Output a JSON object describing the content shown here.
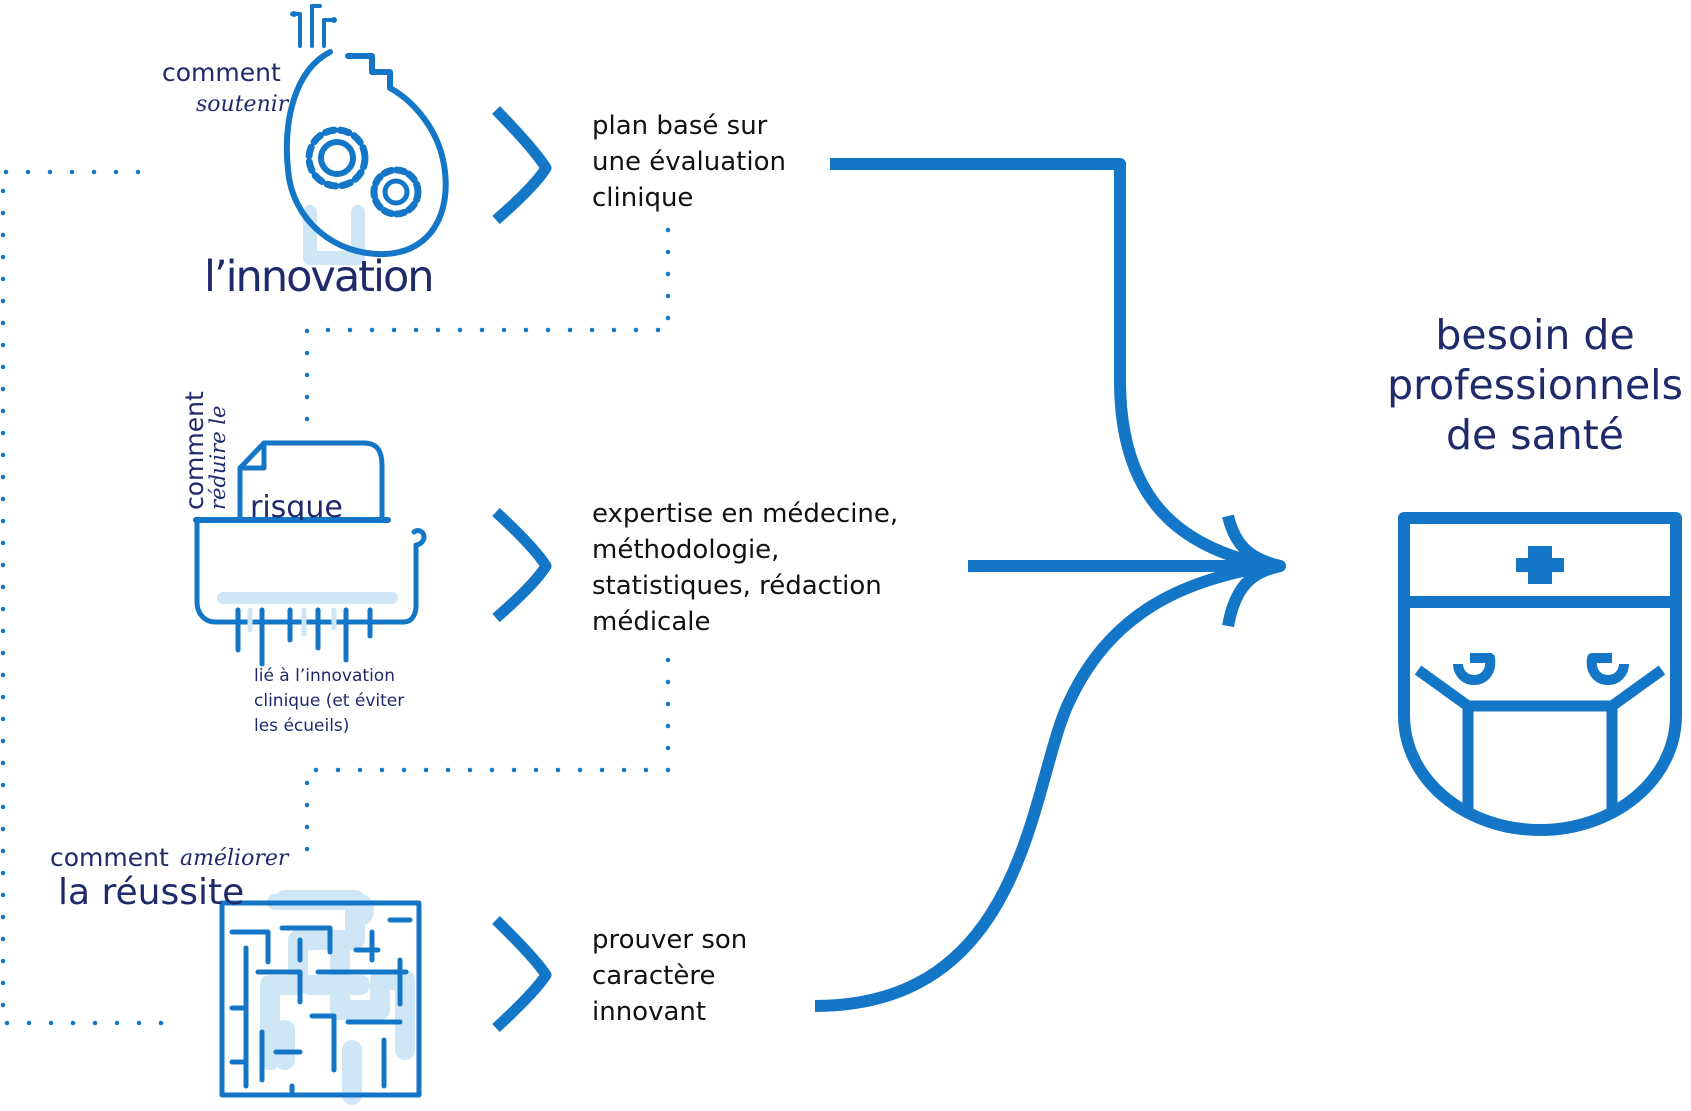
{
  "colors": {
    "primary_blue": "#1476c6",
    "light_blue": "#cfe6f7",
    "navy_text": "#1f2a6b",
    "body_text": "#111111"
  },
  "sections": [
    {
      "icon": "heart-gears-icon",
      "caption_prefix": "comment",
      "caption_italic": "soutenir",
      "caption_title": "l’innovation",
      "caption_sub": [],
      "description": [
        "plan basé sur",
        "une évaluation",
        "clinique"
      ]
    },
    {
      "icon": "document-shredder-icon",
      "caption_prefix": "comment",
      "caption_italic": "réduire le",
      "caption_title": "risque",
      "caption_sub": [
        "lié à l’innovation",
        "clinique (et éviter",
        "les écueils)"
      ],
      "description": [
        "expertise en médecine,",
        "méthodologie,",
        "statistiques, rédaction",
        "médicale"
      ]
    },
    {
      "icon": "maze-intestine-icon",
      "caption_prefix": "comment",
      "caption_italic": "améliorer",
      "caption_title": "la réussite",
      "caption_sub": [],
      "description": [
        "prouver son",
        "caractère",
        "innovant"
      ]
    }
  ],
  "target": {
    "title_lines": [
      "besoin de",
      "professionnels",
      "de santé"
    ],
    "icon": "masked-healthcare-worker-icon"
  }
}
